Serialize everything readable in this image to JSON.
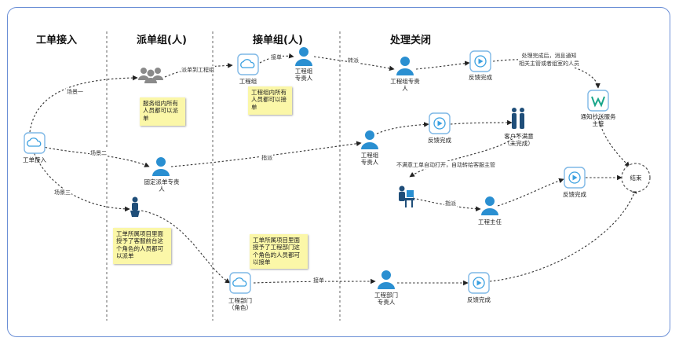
{
  "lanes": {
    "intake": "工单接入",
    "dispatch": "派单组(人)",
    "accept": "接单组(人)",
    "close": "处理关闭"
  },
  "nodes": {
    "intake": "工单接入",
    "eng_group": "工程组",
    "eng_group_owner": "工程组\n专责人",
    "eng_group_owner_r1": "工程组专责\n人",
    "eng_group_owner_r2": "工程组\n专责人",
    "feedback1": "反馈完成",
    "feedback2": "反馈完成",
    "feedback3": "反馈完成",
    "feedback4": "反馈完成",
    "notify_cc": "通知抄送服务\n主管",
    "customer_unsat": "客户不满意\n（未完成）",
    "fixed_owner": "固定派单专责\n人",
    "eng_dept": "工程部门\n（角色）",
    "eng_dept_owner": "工程部门\n专责人",
    "eng_supervisor": "工程主任",
    "end": "结束"
  },
  "notes": {
    "service_group": "服务组内所有人员都可以派单",
    "eng_group_note": "工程组内所有人员都可以接单",
    "project_left": "工单所属项目里面授予了客服前台这个角色的人员都可以派单",
    "project_mid": "工单所属项目里面授予了工程部门这个角色的人员都可以接单"
  },
  "edges": {
    "scene1": "场景一",
    "scene2": "场景二",
    "scene3": "场景三",
    "dispatch_to_eng": "派单到工程组",
    "accept1": "接单",
    "transfer": "转派",
    "assign1": "指派",
    "assign2": "指派",
    "accept2": "接单",
    "after_done": "处理完成后，消息通知\n相关主管或者组室的人员",
    "unsat_reopen": "不满意工单自动打开，自动转给客服主管"
  },
  "colors": {
    "border": "#6b8fd6",
    "person": "#2a8fd1",
    "icon_outline": "#7fb8e6",
    "note_bg": "#fbf7a8",
    "lane_divider": "#666666"
  }
}
